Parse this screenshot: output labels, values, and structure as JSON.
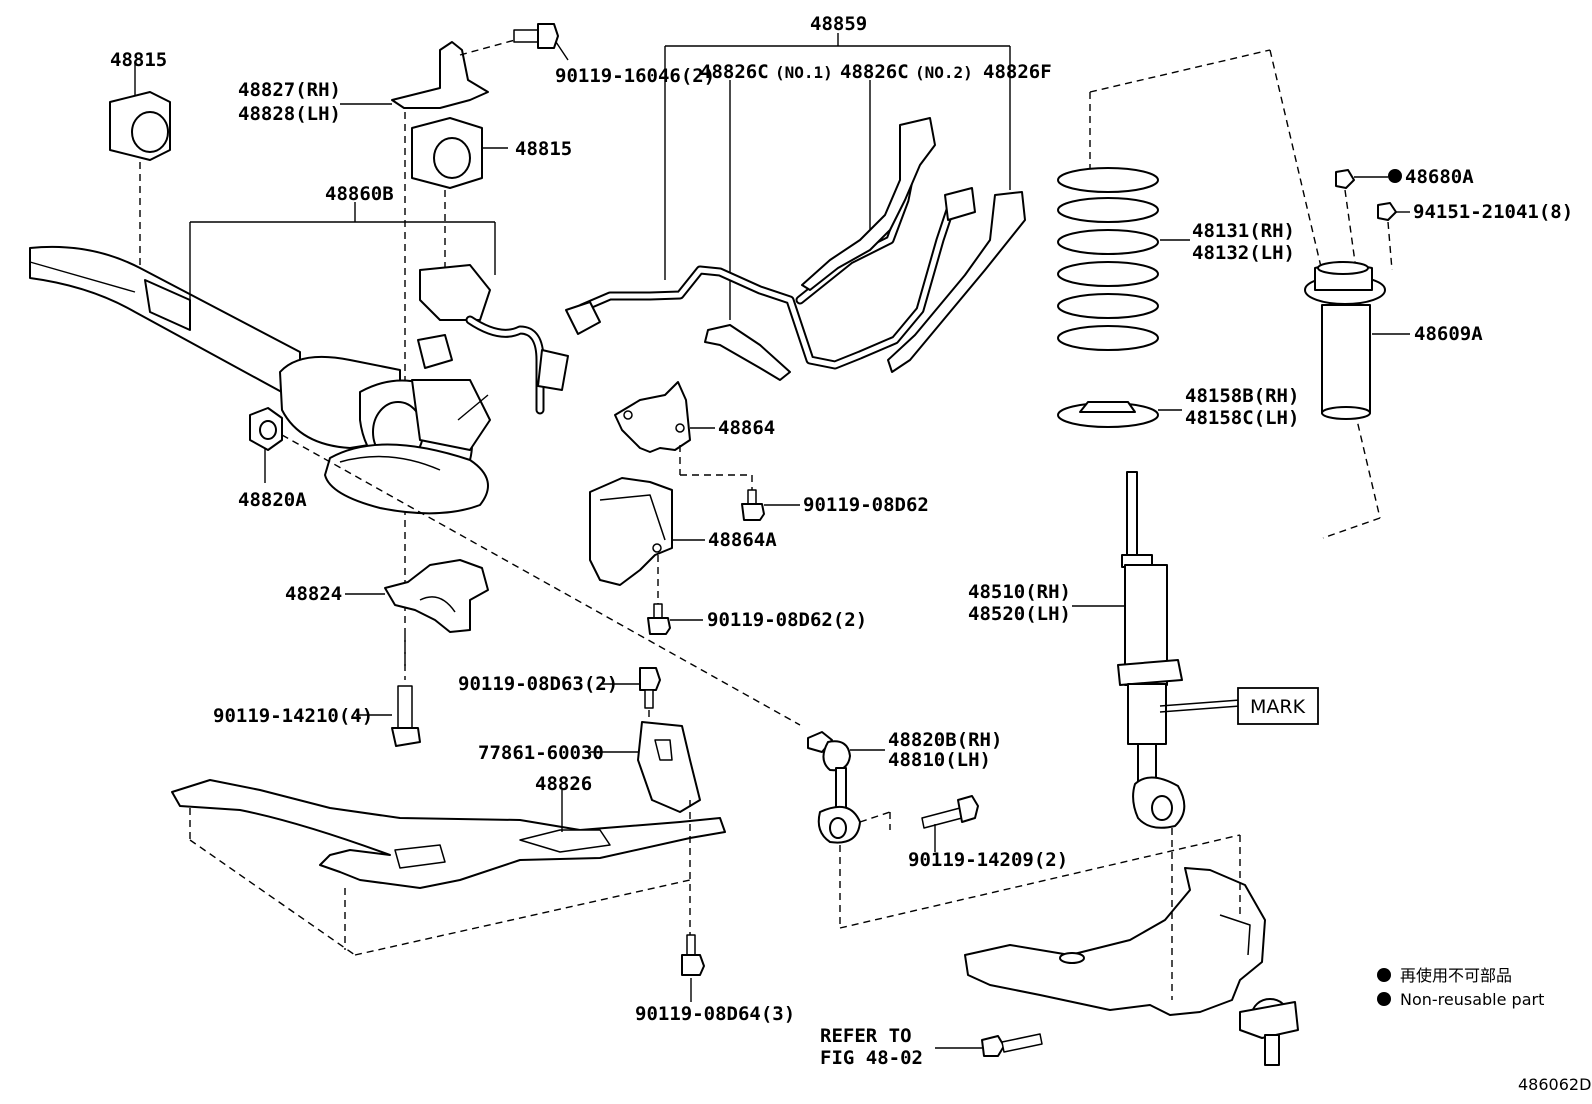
{
  "labels": {
    "p48815_a": "48815",
    "p48815_b": "48815",
    "p48827": "48827(RH)",
    "p48828": "48828(LH)",
    "p90119_16046": "90119-16046(2)",
    "p48860B": "48860B",
    "p48820A": "48820A",
    "p48824": "48824",
    "p90119_14210": "90119-14210(4)",
    "p48859": "48859",
    "p48826C_1": "48826C",
    "p48826C_1_sub": "(NO.1)",
    "p48826C_2": "48826C",
    "p48826C_2_sub": "(NO.2)",
    "p48826F": "48826F",
    "p48864": "48864",
    "p90119_08D62": "90119-08D62",
    "p48864A": "48864A",
    "p90119_08D62_2": "90119-08D62(2)",
    "p90119_08D63": "90119-08D63(2)",
    "p77861": "77861-60030",
    "p48826": "48826",
    "p90119_08D64": "90119-08D64(3)",
    "p48820B": "48820B(RH)",
    "p48810": "48810(LH)",
    "p90119_14209": "90119-14209(2)",
    "refer_1": "REFER TO",
    "refer_2": "FIG 48-02",
    "p48131": "48131(RH)",
    "p48132": "48132(LH)",
    "p48158B": "48158B(RH)",
    "p48158C": "48158C(LH)",
    "p48680A": "48680A",
    "p94151": "94151-21041(8)",
    "p48609A": "48609A",
    "p48510": "48510(RH)",
    "p48520": "48520(LH)",
    "mark": "MARK"
  },
  "legend": {
    "line1": "再使用不可部品",
    "line2": "Non-reusable part"
  },
  "figure_id": "486062D",
  "colors": {
    "ink": "#000000",
    "paper": "#ffffff"
  }
}
